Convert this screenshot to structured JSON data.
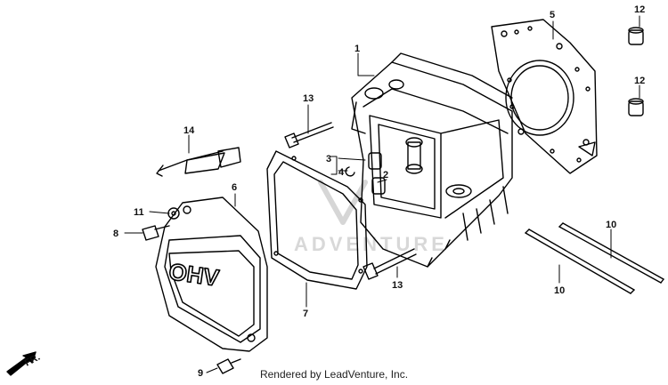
{
  "diagram": {
    "callouts": {
      "c1": "1",
      "c2": "2",
      "c3": "3",
      "c4": "4",
      "c5": "5",
      "c6": "6",
      "c7": "7",
      "c8": "8",
      "c9": "9",
      "c10a": "10",
      "c10b": "10",
      "c11": "11",
      "c12a": "12",
      "c12b": "12",
      "c13a": "13",
      "c13b": "13",
      "c14": "14"
    },
    "cover_text": "OHV",
    "direction_label": "FR.",
    "watermark": "ADVENTURE"
  },
  "footer": {
    "credit": "Rendered by LeadVenture, Inc."
  }
}
